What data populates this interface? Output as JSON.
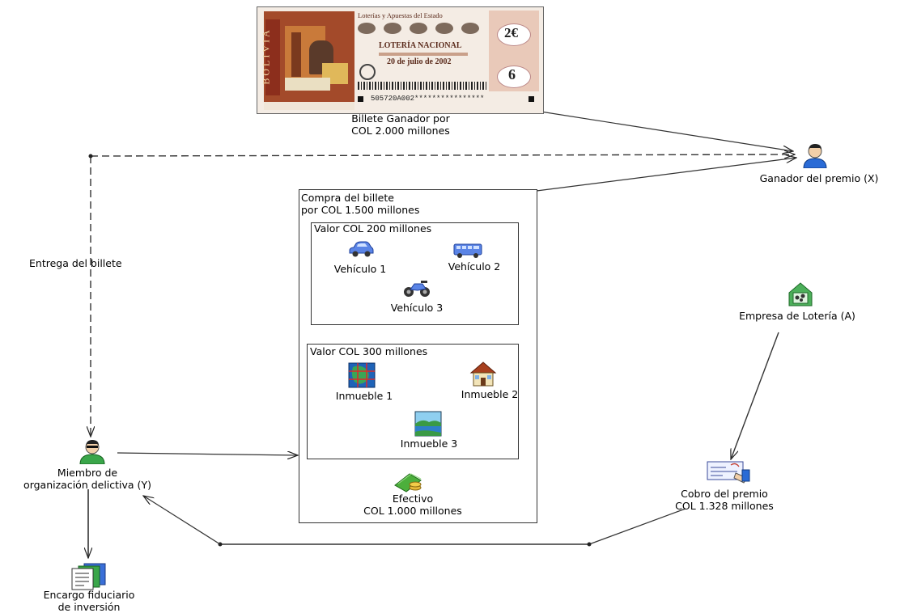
{
  "ticket": {
    "header": "Loterías y Apuestas del Estado",
    "brand": "LOTERÍA NACIONAL",
    "date": "20 de julio de 2002",
    "price": "2€",
    "number": "6",
    "side_text": "BOLIVIA",
    "serial": "505720A002****************",
    "caption_line1": "Billete Ganador por",
    "caption_line2": "COL 2.000 millones"
  },
  "winner": {
    "label": "Ganador del premio (X)"
  },
  "delivery": {
    "label": "Entrega del billete"
  },
  "purchase": {
    "title_line1": "Compra del billete",
    "title_line2": "por COL 1.500 millones",
    "vehicles": {
      "title": "Valor COL 200 millones",
      "items": [
        "Vehículo 1",
        "Vehículo 2",
        "Vehículo 3"
      ]
    },
    "properties": {
      "title": "Valor COL 300 millones",
      "items": [
        "Inmueble 1",
        "Inmueble 2",
        "Inmueble 3"
      ]
    },
    "cash": {
      "line1": "Efectivo",
      "line2": "COL 1.000 millones"
    }
  },
  "member": {
    "line1": "Miembro de",
    "line2": "organización delictiva (Y)"
  },
  "company": {
    "label": "Empresa de Lotería (A)"
  },
  "prize": {
    "line1": "Cobro del premio",
    "line2": "COL 1.328 millones"
  },
  "trust": {
    "line1": "Encargo fiduciario",
    "line2": "de inversión"
  }
}
